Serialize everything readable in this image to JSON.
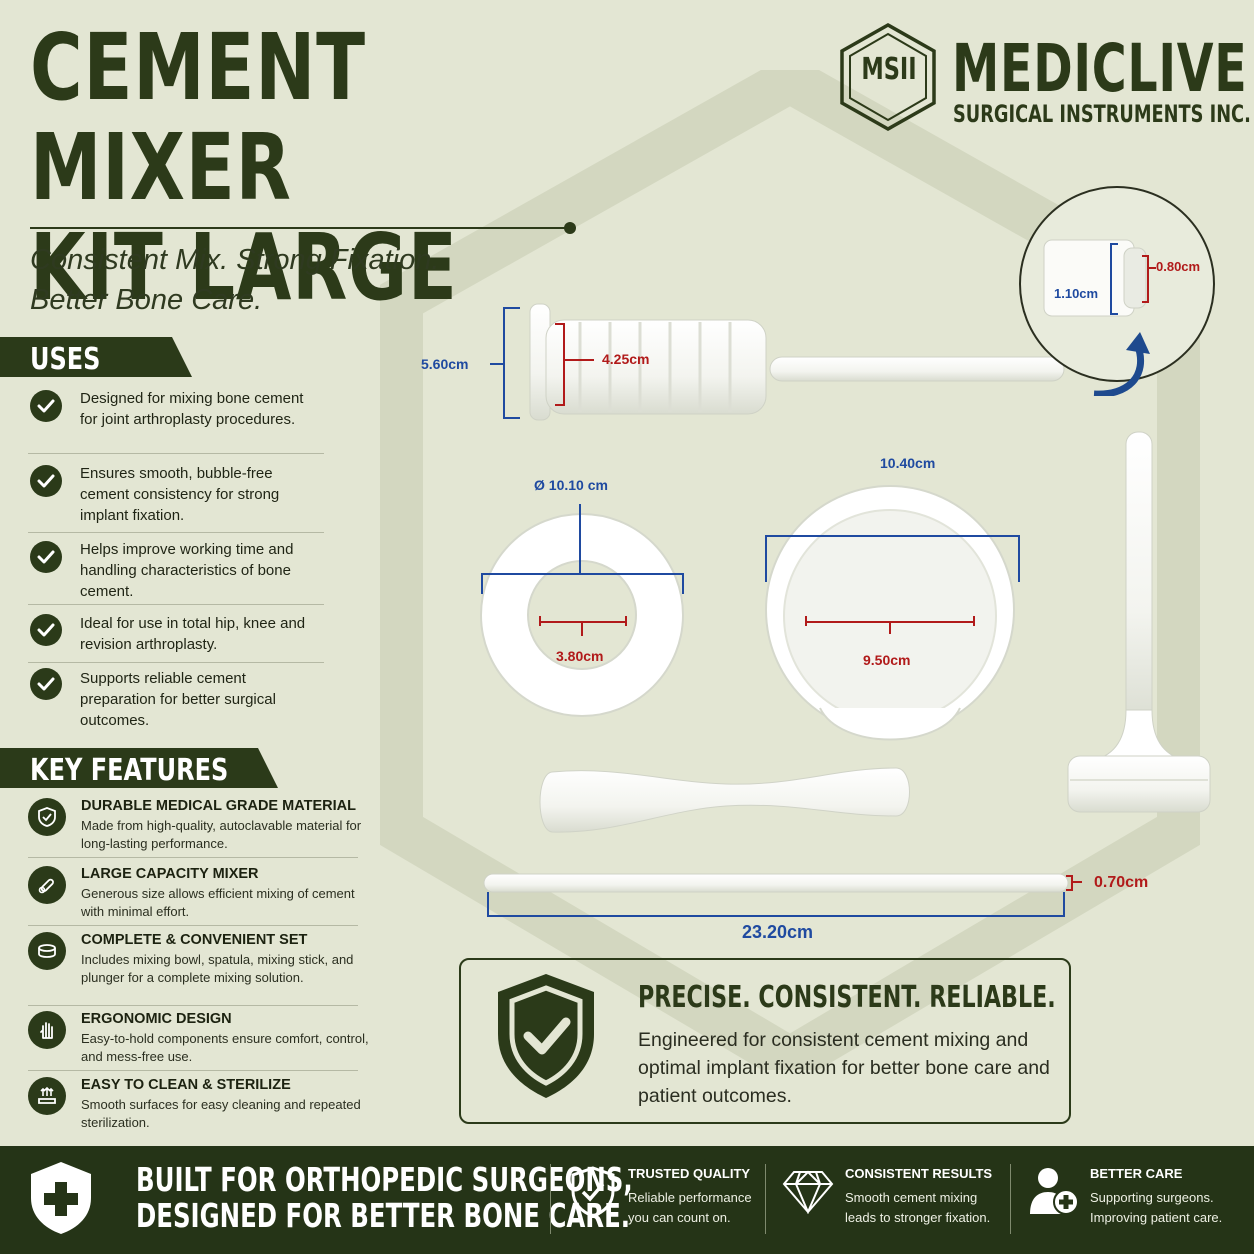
{
  "header": {
    "title_line1": "CEMENT MIXER",
    "title_line2": "KIT LARGE",
    "tagline_line1": "Consistent Mix. Strong Fixation.",
    "tagline_line2": "Better Bone Care."
  },
  "brand": {
    "badge": "MSII",
    "name": "MEDICLIVE",
    "subtitle": "SURGICAL INSTRUMENTS INC."
  },
  "uses": {
    "heading": "USES",
    "items": [
      {
        "text": "Designed for mixing bone cement for joint arthroplasty procedures.",
        "icon": "check-icon"
      },
      {
        "text": "Ensures smooth, bubble-free cement consistency for strong implant fixation.",
        "icon": "check-icon"
      },
      {
        "text": "Helps improve working time and handling characteristics of bone cement.",
        "icon": "check-icon"
      },
      {
        "text": "Ideal for use in total hip, knee and revision arthroplasty.",
        "icon": "check-icon"
      },
      {
        "text": "Supports reliable cement preparation for better surgical outcomes.",
        "icon": "check-icon"
      }
    ]
  },
  "features": {
    "heading": "KEY FEATURES",
    "items": [
      {
        "title": "DURABLE MEDICAL GRADE MATERIAL",
        "text": "Made from high-quality, autoclavable material for long-lasting performance.",
        "icon": "shield-icon"
      },
      {
        "title": "LARGE CAPACITY MIXER",
        "text": "Generous size allows efficient mixing of cement with minimal effort.",
        "icon": "mixer-icon"
      },
      {
        "title": "COMPLETE & CONVENIENT SET",
        "text": "Includes mixing bowl, spatula, mixing stick, and plunger for a complete mixing solution.",
        "icon": "bowl-icon"
      },
      {
        "title": "ERGONOMIC DESIGN",
        "text": "Easy-to-hold components ensure comfort, control, and mess-free use.",
        "icon": "hand-icon"
      },
      {
        "title": "EASY TO CLEAN & STERILIZE",
        "text": "Smooth surfaces for easy cleaning and repeated sterilization.",
        "icon": "steam-icon"
      }
    ]
  },
  "dimensions": {
    "plunger_height": "5.60cm",
    "plunger_inner": "4.25cm",
    "cap_length": "1.10cm",
    "cap_diameter": "0.80cm",
    "ring_outer": "Ø 10.10 cm",
    "ring_inner": "3.80cm",
    "bowl_outer": "10.40cm",
    "bowl_inner": "9.50cm",
    "stick_diameter": "0.70cm",
    "stick_length": "23.20cm"
  },
  "promo": {
    "title": "PRECISE. CONSISTENT. RELIABLE.",
    "text": "Engineered for consistent cement mixing and optimal implant fixation for better bone care and patient outcomes."
  },
  "footer": {
    "line1": "BUILT FOR ORTHOPEDIC SURGEONS,",
    "line2": "DESIGNED FOR BETTER BONE CARE.",
    "blocks": [
      {
        "title": "TRUSTED QUALITY",
        "line1": "Reliable performance",
        "line2": "you can count on.",
        "icon": "shield-check-icon"
      },
      {
        "title": "CONSISTENT RESULTS",
        "line1": "Smooth cement mixing",
        "line2": "leads to stronger fixation.",
        "icon": "diamond-icon"
      },
      {
        "title": "BETTER CARE",
        "line1": "Supporting surgeons.",
        "line2": "Improving patient care.",
        "icon": "doctor-icon"
      }
    ]
  },
  "colors": {
    "background": "#e3e6d3",
    "brand_dark": "#2b3a19",
    "dimension_blue": "#1f4aa0",
    "dimension_red": "#b11a1a"
  }
}
